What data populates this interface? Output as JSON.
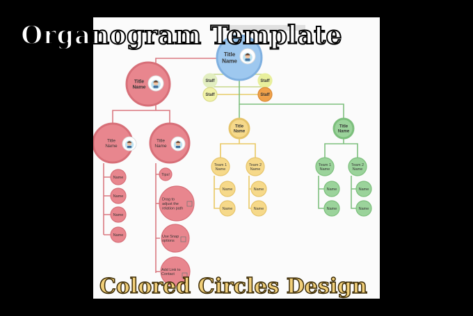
{
  "overlay": {
    "title": "Organogram Template",
    "subtitle": "Colored Circles Design"
  },
  "colors": {
    "blue": "#9ec8ef",
    "red": "#e8868e",
    "yellow": "#f6d98a",
    "green": "#9bd39b",
    "staff_light": "#f1f2a8",
    "staff_dark": "#f0a14a"
  },
  "nodes": {
    "top": "Title\nName",
    "staff_tl": "Staff",
    "staff_tr": "Staff",
    "staff_bl": "Staff",
    "staff_br": "Staff",
    "red_parent": "Title\nName",
    "red_left": "Title\nName",
    "red_right": "Title\nName",
    "red_names": [
      "Name",
      "Name",
      "Name",
      "Name"
    ],
    "tips": "Tips!",
    "tip_1": "Drag to\nadjust the\nrelation path",
    "tip_2": "Use Snap\noptions",
    "tip_3": "Add Link to\nContact",
    "yellow_parent": "Title\nName",
    "yellow_team1": "Team 1\nName",
    "yellow_team2": "Team 2\nName",
    "yellow_names": [
      "Name",
      "Name",
      "Name",
      "Name"
    ],
    "green_parent": "Title\nName",
    "green_team1": "Team 1\nName",
    "green_team2": "Team 2\nName",
    "green_names": [
      "Name",
      "Name",
      "Name",
      "Name"
    ]
  }
}
